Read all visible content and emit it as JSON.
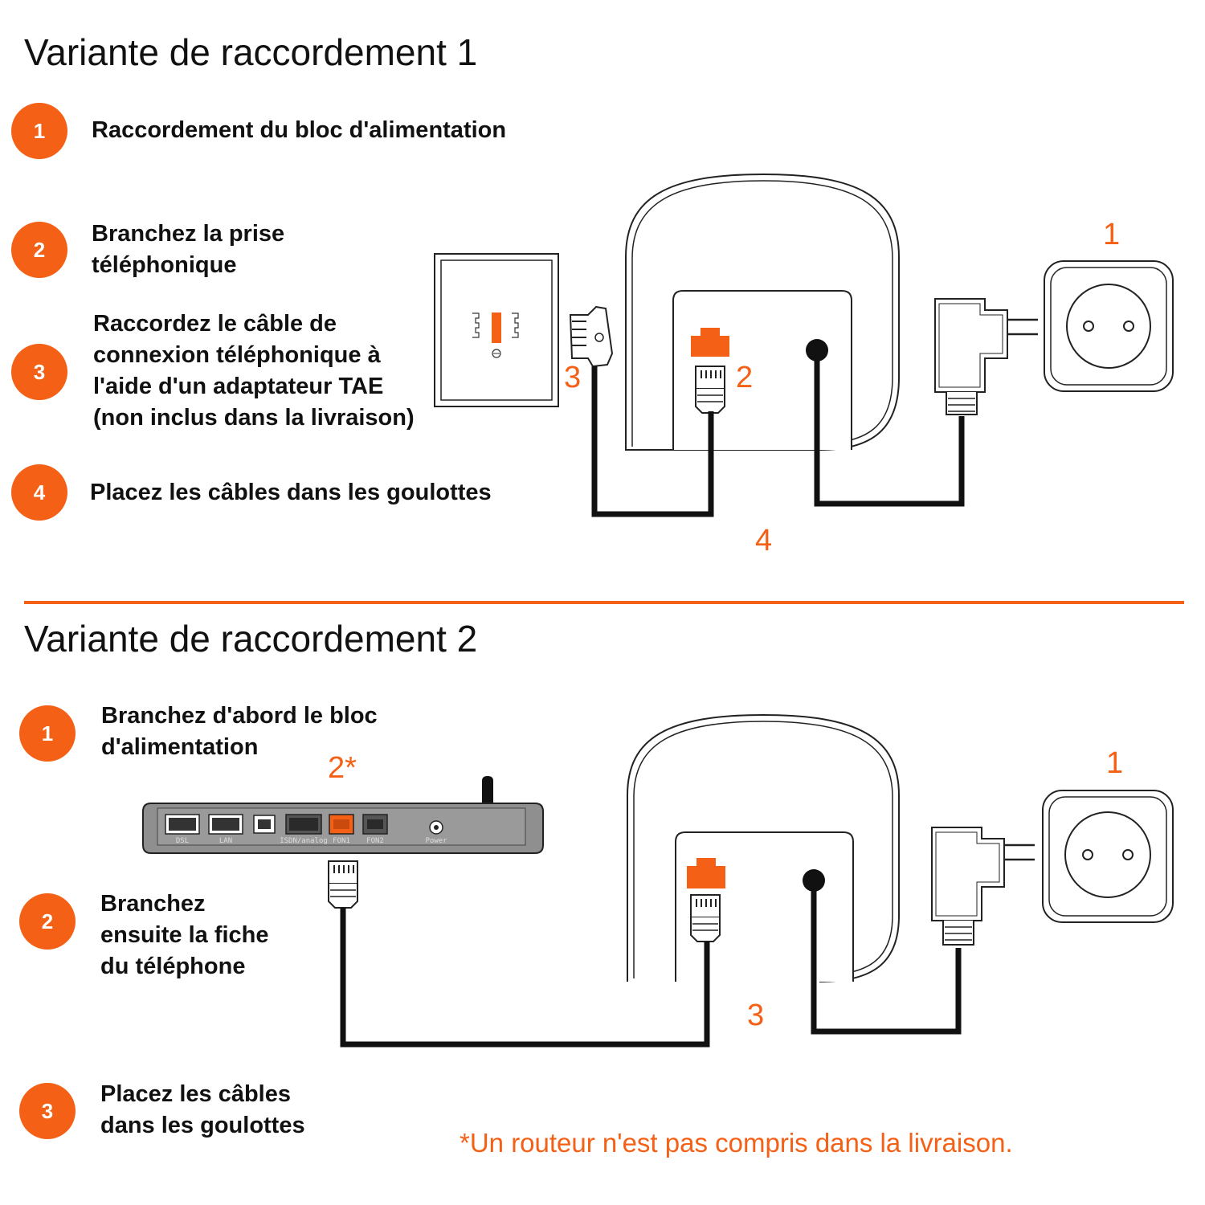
{
  "variant1": {
    "title": "Variante de raccordement 1",
    "steps": [
      {
        "number": "1",
        "lines": [
          "Raccordement du bloc d'alimentation"
        ]
      },
      {
        "number": "2",
        "lines": [
          "Branchez la prise",
          "téléphonique"
        ]
      },
      {
        "number": "3",
        "lines": [
          "Raccordez le câble de",
          "connexion téléphonique à",
          "l'aide d'un adaptateur TAE",
          "(non inclus dans la livraison)"
        ]
      },
      {
        "number": "4",
        "lines": [
          "Placez les câbles dans les goulottes"
        ]
      }
    ],
    "callouts": {
      "outlet": "1",
      "port": "2",
      "tae": "3",
      "cables": "4"
    }
  },
  "variant2": {
    "title": "Variante de raccordement 2",
    "steps": [
      {
        "number": "1",
        "lines": [
          "Branchez d'abord le bloc",
          "d'alimentation"
        ]
      },
      {
        "number": "2",
        "lines": [
          "Branchez",
          "ensuite la fiche",
          "du téléphone"
        ]
      },
      {
        "number": "3",
        "lines": [
          "Placez les câbles",
          "dans les goulottes"
        ]
      }
    ],
    "callouts": {
      "outlet": "1",
      "router_port": "2*",
      "cables": "3"
    },
    "router_ports": [
      "DSL",
      "LAN",
      "ISDN/analog",
      "FON1",
      "FON2",
      "Power"
    ],
    "footnote": "*Un routeur n'est pas compris dans la livraison."
  },
  "colors": {
    "accent": "#f36016",
    "router_body": "#8f8f8f",
    "ink": "#111111"
  }
}
